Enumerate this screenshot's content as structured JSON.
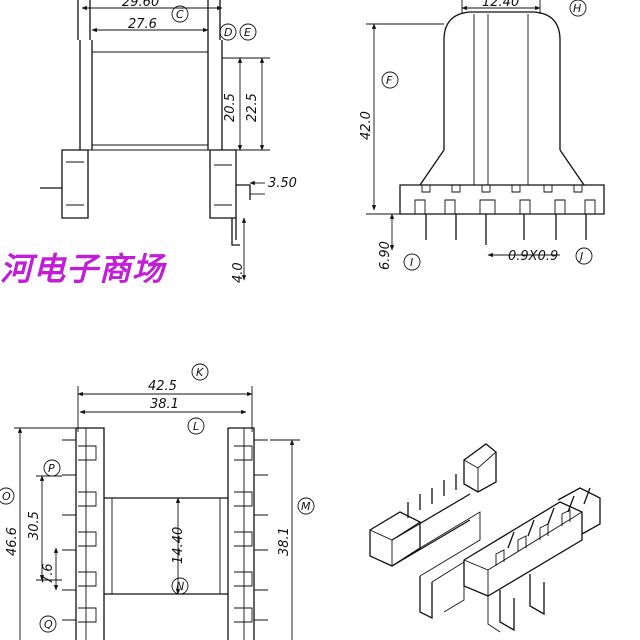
{
  "watermark": "河电子商场",
  "views": {
    "front": {
      "dims": {
        "top_width": "29.60",
        "inner_width": "27.6",
        "h1": "20.5",
        "h2": "22.5",
        "pin_offset": "3.50",
        "pin_len": "4.0"
      },
      "labels": {
        "c": "C",
        "d": "D",
        "e": "E"
      }
    },
    "side": {
      "dims": {
        "top_width": "12.40",
        "height": "42.0",
        "base": "6.90",
        "pin_size": "0.9X0.9"
      },
      "labels": {
        "h": "H",
        "f": "F",
        "i": "I",
        "j": "J"
      }
    },
    "plan": {
      "dims": {
        "outer_width": "42.5",
        "inner_width": "38.1",
        "height_total": "46.6",
        "h_mid": "30.5",
        "pitch": "7.6",
        "core": "14.40",
        "side_len": "38.1"
      },
      "labels": {
        "k": "K",
        "l": "L",
        "o": "O",
        "p": "P",
        "q": "Q",
        "n": "N",
        "m": "M"
      }
    }
  }
}
